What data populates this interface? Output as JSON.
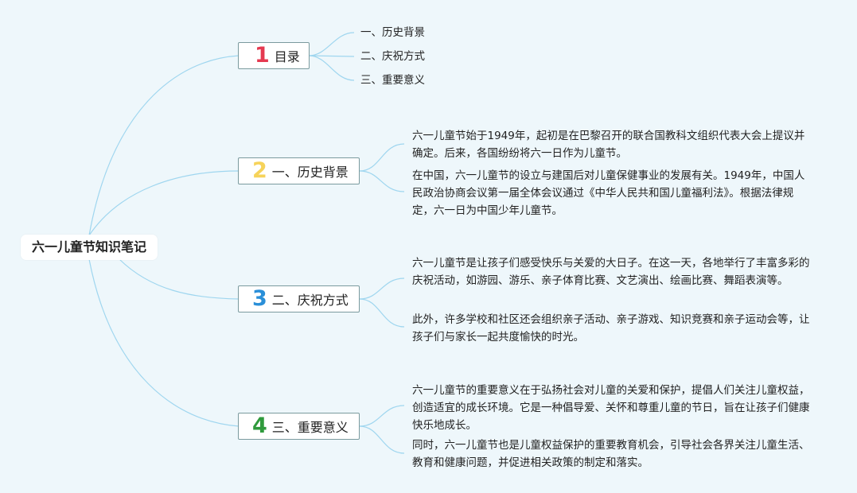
{
  "root": {
    "title": "六一儿童节知识笔记"
  },
  "topics": [
    {
      "number": "1",
      "number_color": "#e53950",
      "label": "目录",
      "items": [
        "一、历史背景",
        "二、庆祝方式",
        "三、重要意义"
      ]
    },
    {
      "number": "2",
      "number_color": "#f6d35a",
      "label": "一、历史背景",
      "paragraphs": [
        "六一儿童节始于1949年，起初是在巴黎召开的联合国教科文组织代表大会上提议并确定。后来，各国纷纷将六一日作为儿童节。",
        "在中国，六一儿童节的设立与建国后对儿童保健事业的发展有关。1949年，中国人民政治协商会议第一届全体会议通过《中华人民共和国儿童福利法》。根据法律规定，六一日为中国少年儿童节。"
      ]
    },
    {
      "number": "3",
      "number_color": "#2a8fd8",
      "label": "二、庆祝方式",
      "paragraphs": [
        "六一儿童节是让孩子们感受快乐与关爱的大日子。在这一天，各地举行了丰富多彩的庆祝活动，如游园、游乐、亲子体育比赛、文艺演出、绘画比赛、舞蹈表演等。",
        "此外，许多学校和社区还会组织亲子活动、亲子游戏、知识竞赛和亲子运动会等，让孩子们与家长一起共度愉快的时光。"
      ]
    },
    {
      "number": "4",
      "number_color": "#2f9a3c",
      "label": "三、重要意义",
      "paragraphs": [
        "六一儿童节的重要意义在于弘扬社会对儿童的关爱和保护，提倡人们关注儿童权益，创造适宜的成长环境。它是一种倡导爱、关怀和尊重儿童的节日，旨在让孩子们健康快乐地成长。",
        "同时，六一儿童节也是儿童权益保护的重要教育机会，引导社会各界关注儿童生活、教育和健康问题，并促进相关政策的制定和落实。"
      ]
    }
  ]
}
